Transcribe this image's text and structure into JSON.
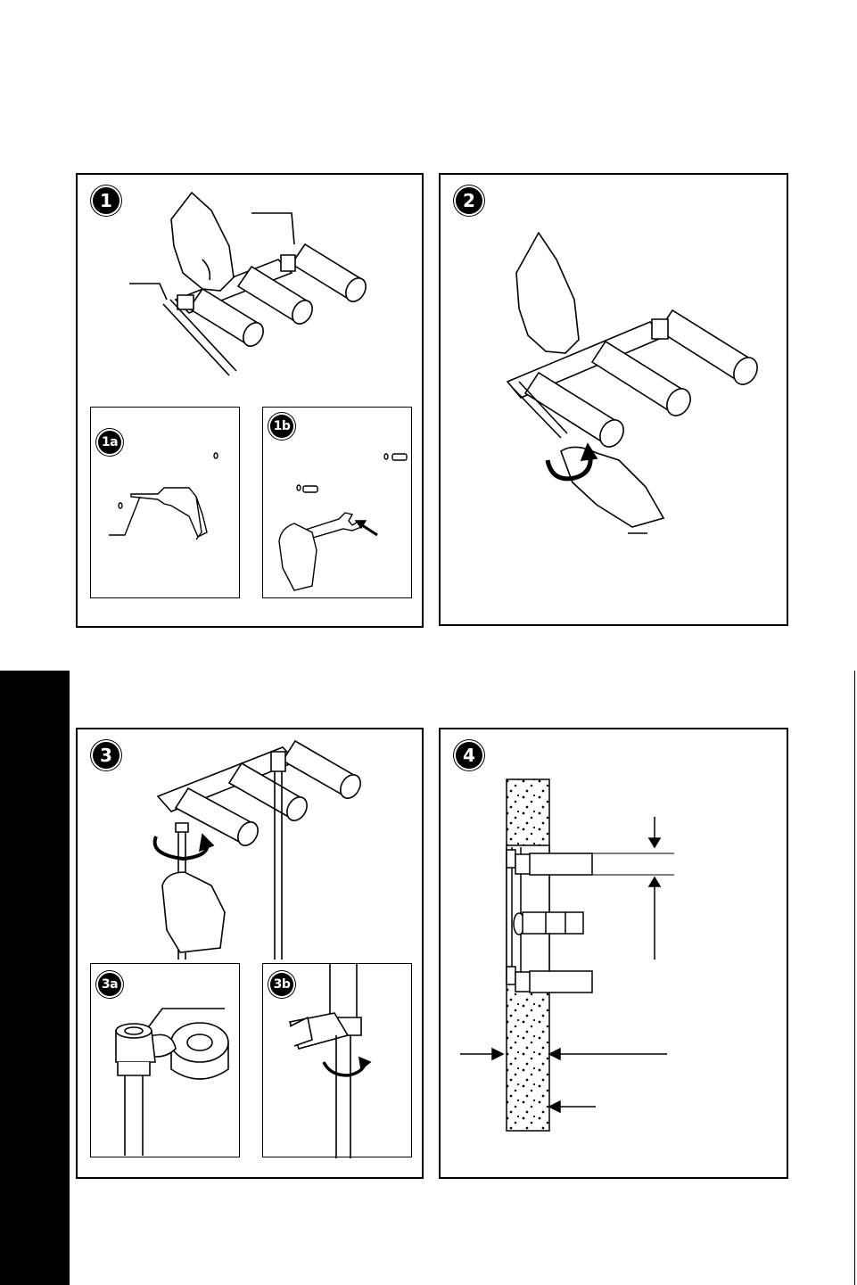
{
  "steps": {
    "step1": {
      "number": "1"
    },
    "step1a": {
      "number": "1a"
    },
    "step1b": {
      "number": "1b"
    },
    "step2": {
      "number": "2"
    },
    "step3": {
      "number": "3"
    },
    "step3a": {
      "number": "3a"
    },
    "step3b": {
      "number": "3b"
    },
    "step4": {
      "number": "4"
    }
  },
  "colors": {
    "ink": "#000000",
    "paper": "#ffffff",
    "wall": "#f2f2f2"
  },
  "icons": [
    "hand-icon",
    "screwdriver-icon",
    "drill-icon",
    "wrench-icon",
    "rotation-arrow-icon",
    "dimension-arrow-icon"
  ]
}
